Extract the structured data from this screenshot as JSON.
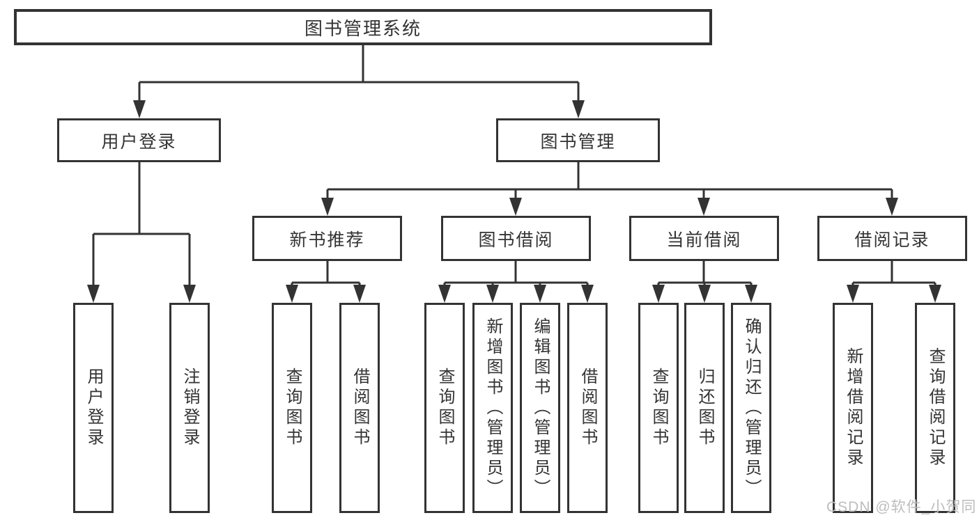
{
  "tree": {
    "root": "图书管理系统",
    "children": [
      {
        "label": "用户登录",
        "leaves": [
          "用户登录",
          "注销登录"
        ]
      },
      {
        "label": "图书管理",
        "children": [
          {
            "label": "新书推荐",
            "leaves": [
              "查询图书",
              "借阅图书"
            ]
          },
          {
            "label": "图书借阅",
            "leaves": [
              "查询图书",
              "新增图书（管理员）",
              "编辑图书（管理员）",
              "借阅图书"
            ]
          },
          {
            "label": "当前借阅",
            "leaves": [
              "查询图书",
              "归还图书",
              "确认归还（管理员）"
            ]
          },
          {
            "label": "借阅记录",
            "leaves": [
              "新增借阅记录",
              "查询借阅记录"
            ]
          }
        ]
      }
    ]
  },
  "watermark": {
    "text": "CSDN @软件_小贺同学"
  },
  "colors": {
    "line": "#333333",
    "box_border": "#333333",
    "text": "#333333",
    "watermark": "#bdbdbd",
    "background": "#ffffff"
  }
}
